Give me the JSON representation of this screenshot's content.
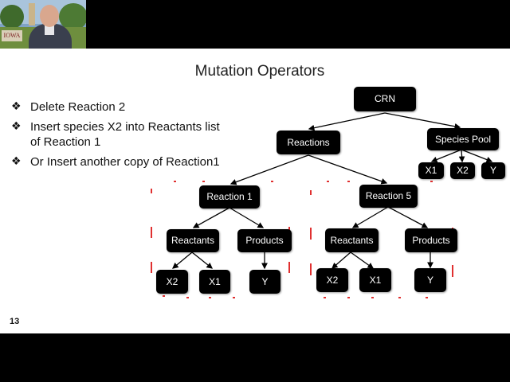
{
  "slide": {
    "title": "Mutation Operators",
    "bullets": [
      "Delete Reaction 2",
      "Insert species X2 into Reactants list of Reaction 1",
      "Or Insert another copy of Reaction1"
    ],
    "bullet_symbol": "❖",
    "slide_number": "13"
  },
  "webcam": {
    "sign_text": "IOWA"
  },
  "diagram": {
    "nodes": {
      "crn": "CRN",
      "reactions": "Reactions",
      "species_pool": "Species Pool",
      "pool_x1": "X1",
      "pool_x2": "X2",
      "pool_y": "Y",
      "reaction1": "Reaction 1",
      "reaction5": "Reaction 5",
      "r1_reactants": "Reactants",
      "r1_products": "Products",
      "r5_reactants": "Reactants",
      "r5_products": "Products",
      "r1_x2": "X2",
      "r1_x1": "X1",
      "r1_y": "Y",
      "r5_x2": "X2",
      "r5_x1": "X1",
      "r5_y": "Y"
    },
    "colors": {
      "node_bg": "#000000",
      "node_text": "#ffffff",
      "dash": "#e03030",
      "edge": "#000000"
    }
  }
}
